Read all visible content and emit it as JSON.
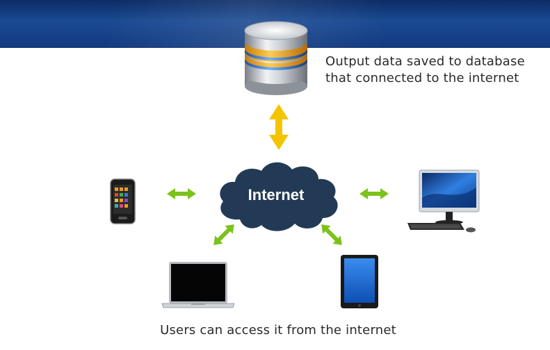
{
  "cloud": {
    "label": "Internet"
  },
  "captions": {
    "database_line1": "Output data saved to database",
    "database_line2": "that connected to the internet",
    "users": "Users can access it from the internet"
  },
  "colors": {
    "banner": "#143d80",
    "cloud": "#223a55",
    "arrow_vertical": "#f5c400",
    "arrow_connectors": "#7cc21c"
  },
  "icons": [
    "database-icon",
    "smartphone-icon",
    "desktop-computer-icon",
    "laptop-icon",
    "tablet-icon"
  ]
}
